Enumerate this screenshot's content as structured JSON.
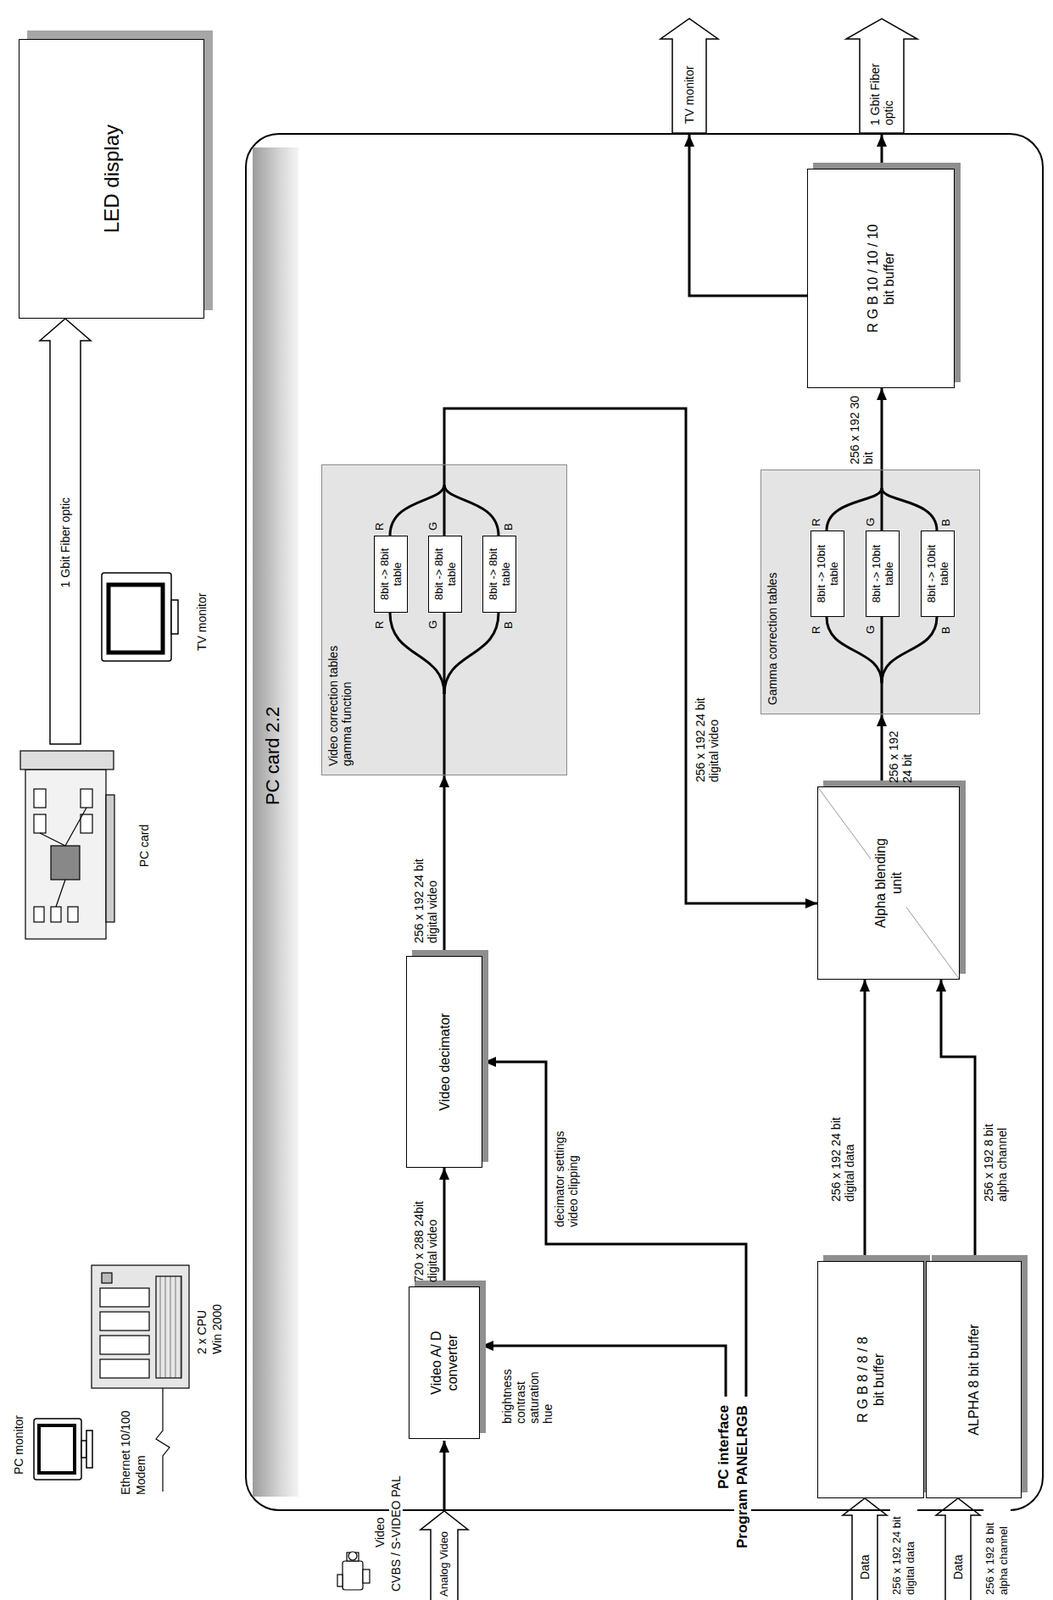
{
  "diagram": {
    "nodes": [
      {
        "text": [
          "LED display"
        ]
      },
      {
        "text": [
          "PC card"
        ]
      },
      {
        "text": [
          "PC card 2.2"
        ]
      },
      {
        "text": [
          "Video A/ D converter"
        ],
        "in": 2
      },
      {
        "text": [
          "Video decimator"
        ],
        "in": 2
      },
      {
        "text": [
          "Video correction tables gamma function"
        ],
        "in": 2
      },
      {
        "text": [
          "8bit -> 8bit table"
        ],
        "in": 5
      },
      {
        "text": [
          "8bit -> 8bit table"
        ],
        "in": 5
      },
      {
        "text": [
          "8bit -> 8bit table"
        ],
        "in": 5
      },
      {
        "text": [
          "R G B 8 / 8 / 8 bit buffer"
        ],
        "in": 2
      },
      {
        "text": [
          "ALPHA 8 bit buffer"
        ],
        "in": 2
      },
      {
        "text": [
          "Alpha blending unit"
        ],
        "in": 2
      },
      {
        "text": [
          "Gamma correction tables"
        ],
        "in": 2
      },
      {
        "text": [
          "8bit -> 10bit table"
        ],
        "in": 12
      },
      {
        "text": [
          "8bit -> 10bit table"
        ],
        "in": 12
      },
      {
        "text": [
          "8bit -> 10bit table"
        ],
        "in": 12
      },
      {
        "text": [
          "R G B 10 / 10 / 10 bit buffer"
        ],
        "in": 2
      }
    ],
    "edges": [
      {
        "from": 1,
        "to": 0,
        "arrow": "to",
        "label": "1 Gbit Fiber optic"
      },
      {
        "from": 3,
        "to": 4,
        "arrow": "to",
        "label": "720 x 288 24bit digital video"
      },
      {
        "from": 4,
        "to": 5,
        "arrow": "to",
        "label": "256 x 192 24 bit digital video"
      },
      {
        "from": 5,
        "to": 11,
        "arrow": "to",
        "label": "256 x 192 24 bit digital video"
      },
      {
        "from": 9,
        "to": 11,
        "arrow": "to",
        "label": "256 x 192 24 bit digital data"
      },
      {
        "from": 10,
        "to": 11,
        "arrow": "to",
        "label": "256 x 192 8 bit alpha channel"
      },
      {
        "from": 11,
        "to": 12,
        "arrow": "to",
        "label": "256 x 192 24 bit"
      },
      {
        "from": 12,
        "to": 16,
        "arrow": "to",
        "label": "256 x 192 30 bit"
      }
    ],
    "labels": [
      "PC monitor",
      "Ethernet 10/100",
      "Modem",
      "2 x CPU",
      "Win 2000",
      "TV monitor",
      "Video",
      "CVBS / S-VIDEO PAL",
      "Analog Video",
      "PC interface",
      "Program PANELRGB",
      "brightness contrast saturation hue",
      "decimator settings video clipping",
      "Data",
      "256 x 192 24 bit digital data",
      "Data",
      "256 x 192 8 bit alpha channel",
      "TV monitor",
      "1 Gbit Fiber optic",
      "R",
      "G",
      "B",
      "R",
      "G",
      "B",
      "R",
      "G",
      "B",
      "R",
      "G",
      "B"
    ]
  }
}
